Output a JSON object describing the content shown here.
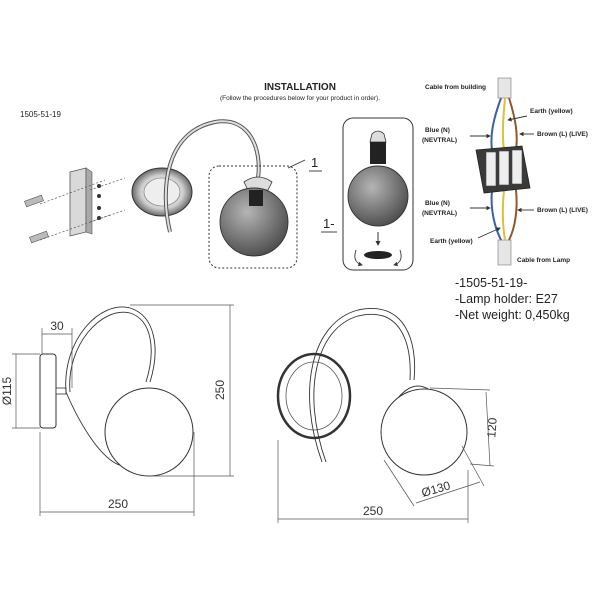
{
  "installation": {
    "title": "INSTALLATION",
    "subtitle": "(Follow the procedures below for your product in order).",
    "product_code_small": "1505-51-19",
    "step_label": "1",
    "step_label_dash": "1-"
  },
  "wiring": {
    "cable_from_building": "Cable from building",
    "earth_top": "Earth (yellow)",
    "blue_top_1": "Blue (N)",
    "blue_top_2": "(NEVTRAL)",
    "brown_top": "Brown (L) (LIVE)",
    "blue_bottom_1": "Blue (N)",
    "blue_bottom_2": "(NEVTRAL)",
    "brown_bottom": "Brown (L) (LIVE)",
    "earth_bottom": "Earth (yellow)",
    "cable_from_lamp": "Cable from Lamp",
    "colors": {
      "brown": "#8a5a2b",
      "blue": "#3b5fa8",
      "yellow": "#d8c23a"
    }
  },
  "specs": {
    "code": "-1505-51-19-",
    "lamp_holder": "-Lamp holder: E27",
    "net_weight": "-Net weight: 0,450kg"
  },
  "dimensions": {
    "side_projection": "30",
    "backplate_diameter": "Ø115",
    "height": "250",
    "width_side": "250",
    "width_front": "250",
    "shade_diameter": "Ø130",
    "shade_height": "120"
  }
}
